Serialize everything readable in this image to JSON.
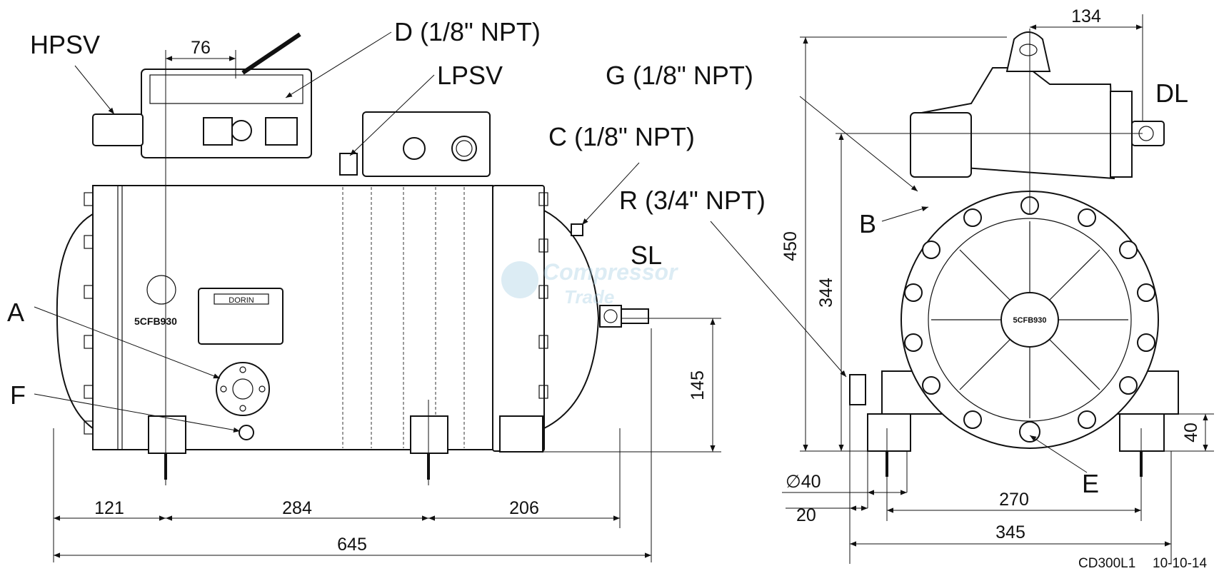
{
  "labels": {
    "hpsv": "HPSV",
    "d": "D (1/8\" NPT)",
    "lpsv": "LPSV",
    "g": "G (1/8\" NPT)",
    "dl": "DL",
    "c": "C (1/8\" NPT)",
    "r": "R (3/4\" NPT)",
    "b": "B",
    "sl": "SL",
    "a": "A",
    "f": "F",
    "e": "E"
  },
  "dimensions": {
    "d76": "76",
    "d134": "134",
    "d450": "450",
    "d344": "344",
    "d145": "145",
    "d40v": "40",
    "dia40": "∅40",
    "d20": "20",
    "d270": "270",
    "d345": "345",
    "d121": "121",
    "d284": "284",
    "d206": "206",
    "d645": "645"
  },
  "plates": {
    "brand": "DORIN",
    "model": "5CFB930",
    "end_model": "5CFB930"
  },
  "watermark": {
    "line1": "Compressor",
    "line2": "Trade"
  },
  "drawing_code": "CD300L1",
  "drawing_date": "10-10-14"
}
